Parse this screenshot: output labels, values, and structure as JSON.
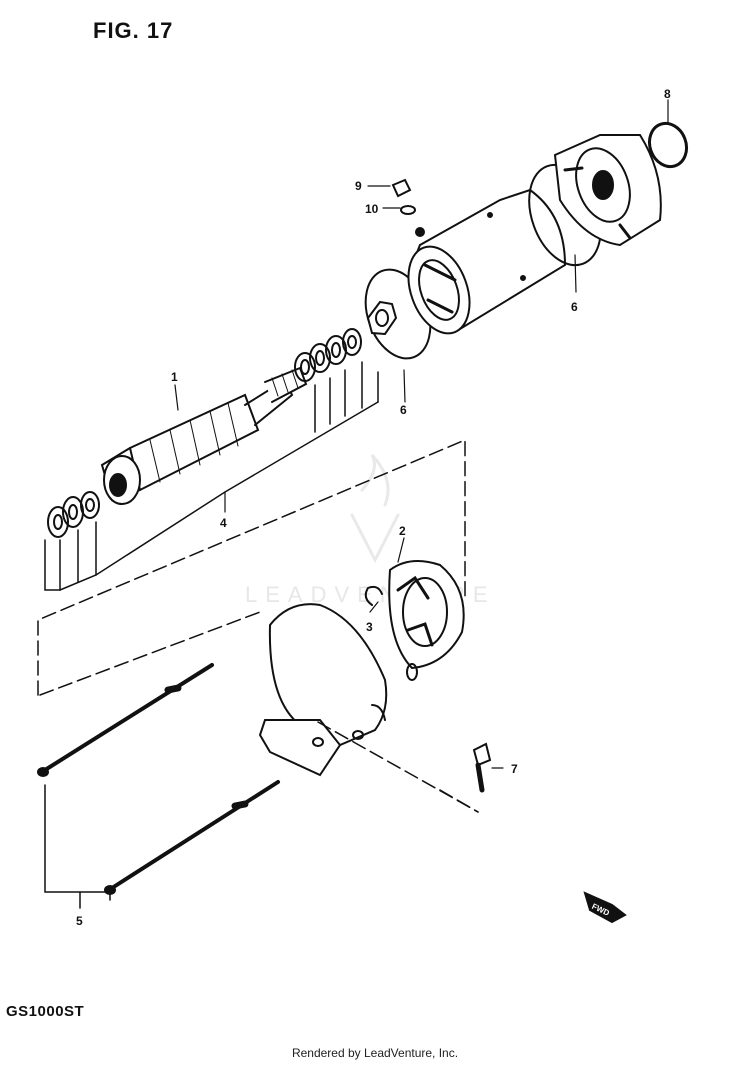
{
  "figure": {
    "title": "FIG. 17",
    "model": "GS1000ST"
  },
  "watermark": {
    "text": "LEADVENTURE"
  },
  "credit": "Rendered by LeadVenture, Inc.",
  "callouts": {
    "c1": "1",
    "c2": "2",
    "c3": "3",
    "c4": "4",
    "c5": "5",
    "c6a": "6",
    "c6b": "6",
    "c7": "7",
    "c8": "8",
    "c9": "9",
    "c10": "10"
  },
  "fwd_label": "FWD",
  "colors": {
    "ink": "#111111",
    "watermark": "#e7e7e7",
    "background": "#ffffff"
  }
}
